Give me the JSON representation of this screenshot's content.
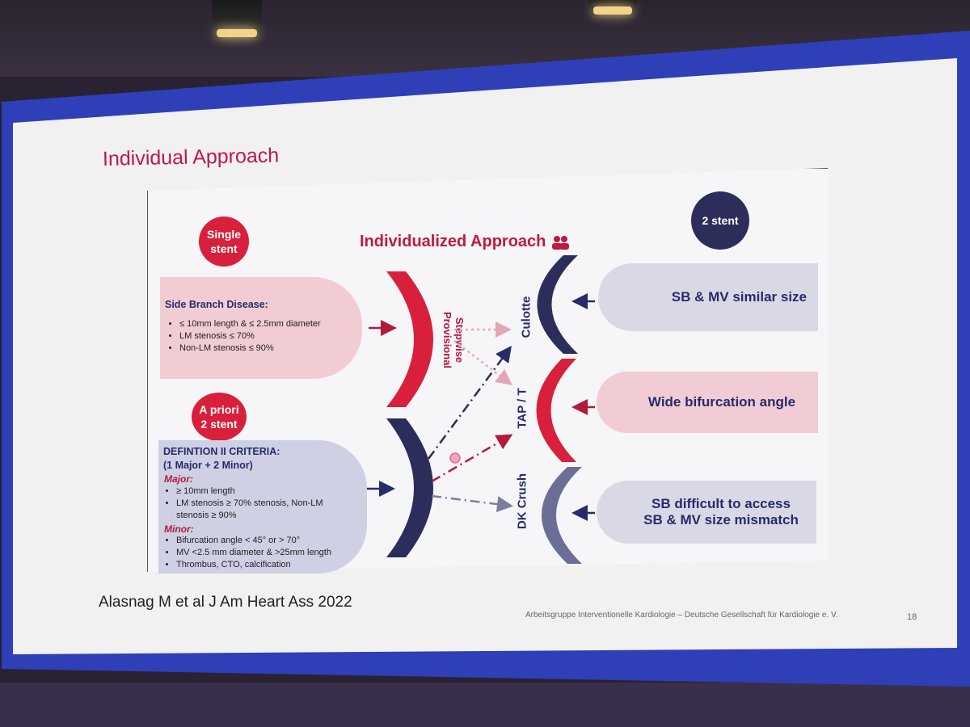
{
  "slide": {
    "title": "Individual Approach",
    "reference": "Alasnag M et al J Am Heart Ass 2022",
    "organization": "Arbeitsgruppe Interventionelle Kardiologie – Deutsche Gesellschaft für Kardiologie e. V.",
    "page_number": "18"
  },
  "diagram": {
    "heading": "Individualized Approach",
    "single_stent": [
      "Single",
      "stent"
    ],
    "a_priori": [
      "A priori",
      "2 stent"
    ],
    "two_stent": "2 stent",
    "side_branch": {
      "header": "Side Branch Disease:",
      "items": [
        "≤ 10mm length & ≤ 2.5mm diameter",
        "LM stenosis ≤ 70%",
        "Non-LM stenosis ≤ 90%"
      ]
    },
    "definition": {
      "header": "DEFINTION II CRITERIA:",
      "subheader": "(1 Major + 2 Minor)",
      "major_label": "Major:",
      "major_items": [
        "≥ 10mm length",
        "LM stenosis ≥ 70% stenosis, Non-LM",
        "stenosis ≥ 90%"
      ],
      "minor_label": "Minor:",
      "minor_items": [
        "Bifurcation angle < 45° or > 70°",
        "MV <2.5 mm diameter & >25mm length",
        "Thrombus, CTO, calcification"
      ]
    },
    "stepwise": [
      "Stepwise",
      "Provisional"
    ],
    "techniques": [
      "Culotte",
      "TAP / T",
      "DK Crush"
    ],
    "criteria": {
      "culotte": "SB & MV similar size",
      "tap": "Wide bifurcation angle",
      "dk_line1": "SB difficult to access",
      "dk_line2": "SB & MV size mismatch"
    },
    "colors": {
      "red": "#d8203c",
      "navy": "#2c2d5a",
      "slate": "#6b6f97",
      "pink": "#f2ccd4",
      "grey": "#cfd0e4"
    }
  }
}
